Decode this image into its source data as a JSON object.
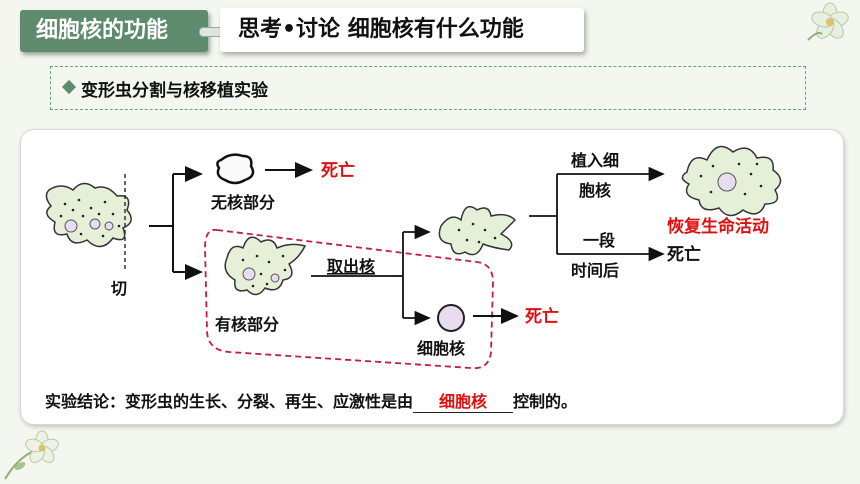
{
  "header": {
    "section_title": "细胞核的功能",
    "discussion_title": "思考•讨论 细胞核有什么功能"
  },
  "subheading": "变形虫分割与核移植实验",
  "diagram": {
    "cut_label": "切",
    "no_nucleus_label": "无核部分",
    "no_nucleus_result": "死亡",
    "with_nucleus_label": "有核部分",
    "extract_label": "取出核",
    "nucleus_label": "细胞核",
    "nucleus_result": "死亡",
    "implant_label_line1": "植入细",
    "implant_label_line2": "胞核",
    "implant_result": "恢复生命活动",
    "wait_label_line1": "一段",
    "wait_label_line2": "时间后",
    "wait_result": "死亡"
  },
  "conclusion": {
    "prefix": "实验结论：变形虫的生长、分裂、再生、应激性是由",
    "answer": "细胞核",
    "suffix": "控制的。"
  },
  "colors": {
    "accent_green": "#5e8b6c",
    "highlight_red": "#e01010",
    "cell_fill": "#e6f0d8",
    "nucleus_fill": "#e8dcef"
  }
}
